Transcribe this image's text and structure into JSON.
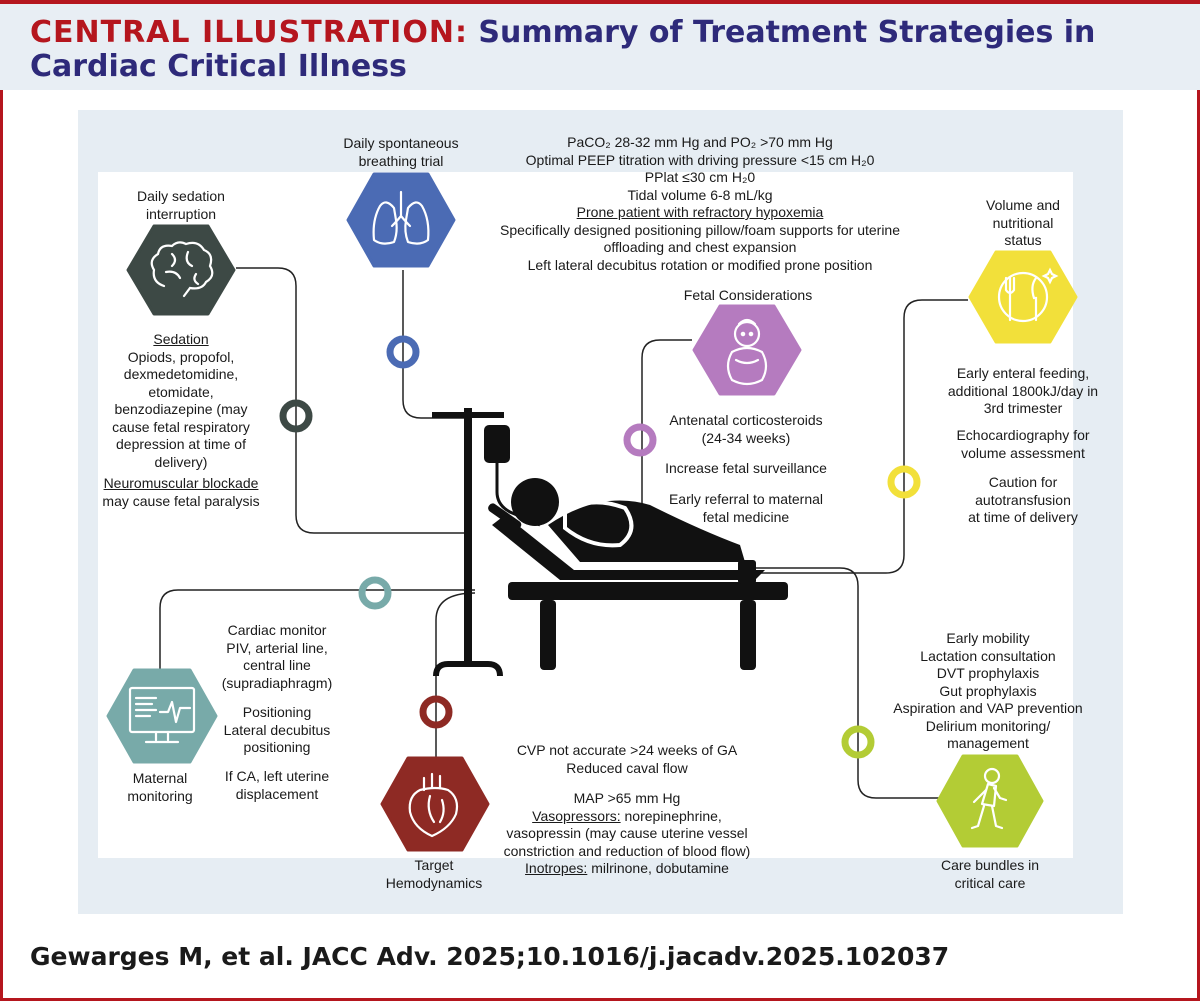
{
  "header": {
    "label": "CENTRAL ILLUSTRATION:",
    "title": "Summary of Treatment Strategies in Cardiac Critical Illness"
  },
  "citation": "Gewarges M, et al. JACC Adv. 2025;10.1016/j.jacadv.2025.102037",
  "colors": {
    "brand_red": "#b5161e",
    "title_navy": "#2e2a7a",
    "sedation": "#3d4945",
    "breathing": "#4b6bb4",
    "fetal": "#b57bbf",
    "nutrition": "#f2e03a",
    "monitoring": "#78aaa9",
    "hemodynamics": "#8e2a24",
    "care": "#b3cc35"
  },
  "sedation": {
    "title_lines": [
      "Daily sedation",
      "interruption"
    ],
    "icon": "brain-icon",
    "heading": "Sedation",
    "lines": [
      "Opiods, propofol,",
      "dexmedetomidine,",
      "etomidate,",
      "benzodiazepine (may",
      "cause fetal respiratory",
      "depression at time of",
      "delivery)"
    ],
    "blockade_heading": "Neuromuscular blockade",
    "blockade_rest": "may cause fetal paralysis"
  },
  "breathing": {
    "title_lines": [
      "Daily spontaneous",
      "breathing trial"
    ],
    "icon": "lungs-icon"
  },
  "ventilation": {
    "lines": [
      "PaCO₂ 28-32 mm Hg and PO₂ >70 mm Hg",
      "Optimal PEEP titration with driving pressure <15 cm H₂0",
      "PPlat ≤30 cm H₂0",
      "Tidal volume 6-8 mL/kg"
    ],
    "prone_heading": "Prone patient with refractory hypoxemia",
    "prone_lines": [
      "Specifically designed positioning pillow/foam supports for uterine",
      "offloading and chest expansion",
      "Left lateral decubitus rotation or modified prone position"
    ]
  },
  "fetal": {
    "title": "Fetal Considerations",
    "icon": "baby-icon",
    "steroid_lines": [
      "Antenatal corticosteroids",
      "(24-34 weeks)"
    ],
    "surveillance": "Increase fetal surveillance",
    "referral_lines": [
      "Early referral to maternal",
      "fetal medicine"
    ]
  },
  "nutrition": {
    "title_lines": [
      "Volume and",
      "nutritional",
      "status"
    ],
    "icon": "meal-plate-icon",
    "feeding_lines": [
      "Early enteral feeding,",
      "additional 1800kJ/day in",
      "3rd trimester"
    ],
    "echo_lines": [
      "Echocardiography for",
      "volume assessment"
    ],
    "caution_lines": [
      "Caution for",
      "autotransfusion",
      "at time of delivery"
    ]
  },
  "monitoring": {
    "icon": "monitor-icon",
    "label_lines": [
      "Maternal",
      "monitoring"
    ],
    "device_lines": [
      "Cardiac monitor",
      "PIV, arterial line,",
      "central line",
      "(supradiaphragm)"
    ],
    "position_lines": [
      "Positioning",
      "Lateral decubitus",
      "positioning"
    ],
    "ca_lines": [
      "If CA, left uterine",
      "displacement"
    ]
  },
  "hemodynamics": {
    "icon": "heart-icon",
    "label_lines": [
      "Target",
      "Hemodynamics"
    ],
    "cvp_lines": [
      "CVP not accurate >24 weeks of GA",
      "Reduced caval flow"
    ],
    "map": "MAP >65 mm Hg",
    "vaso_heading": "Vasopressors:",
    "vaso_line1": " norepinephrine,",
    "vaso_lines": [
      "vasopressin (may cause uterine vessel",
      "constriction and reduction of blood flow)"
    ],
    "ino_heading": "Inotropes:",
    "ino_rest": " milrinone, dobutamine"
  },
  "care": {
    "icon": "walking-person-icon",
    "label_lines": [
      "Care bundles in",
      "critical care"
    ],
    "lines": [
      "Early mobility",
      "Lactation consultation",
      "DVT prophylaxis",
      "Gut prophylaxis",
      "Aspiration and VAP prevention",
      "Delirium monitoring/",
      "management"
    ]
  }
}
